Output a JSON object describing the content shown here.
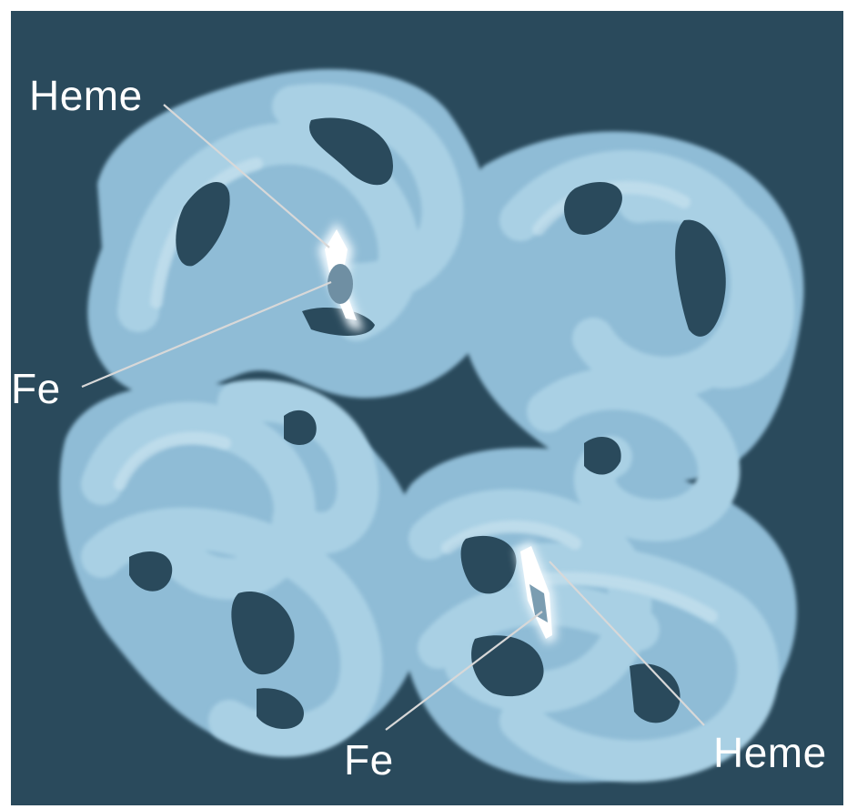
{
  "figure": {
    "labels": {
      "heme_top": "Heme",
      "fe_left": "Fe",
      "fe_bottom": "Fe",
      "heme_bottom": "Heme"
    },
    "colors": {
      "background": "#2a4a5c",
      "protein": "#9cc6dd",
      "protein_highlight": "#c9e3ef",
      "heme": "#f4fbff",
      "leader_line": "#d8d8d8"
    }
  }
}
